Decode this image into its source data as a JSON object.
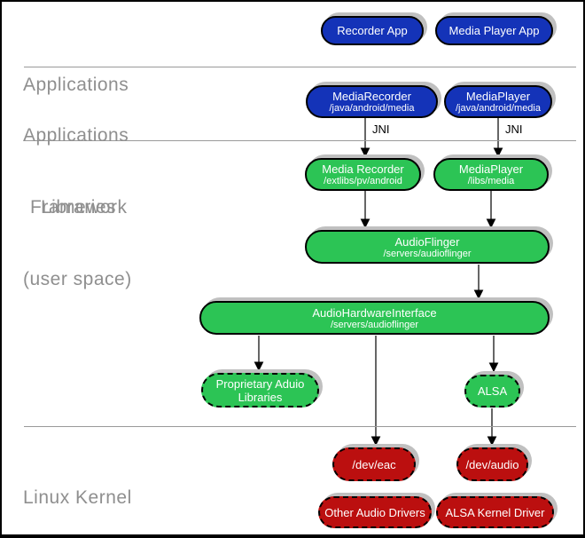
{
  "layers": {
    "applications": {
      "line1": "Applications"
    },
    "applications_framework": {
      "line1": "Applications",
      "line2": "Framework"
    },
    "libraries": {
      "line1": "Libraries",
      "line2": "(user space)"
    },
    "linux_kernel": {
      "line1": "Linux Kernel"
    }
  },
  "nodes": {
    "recorder_app": {
      "title": "Recorder App"
    },
    "media_player_app": {
      "title": "Media Player App"
    },
    "media_recorder_fw": {
      "title": "MediaRecorder",
      "subtitle": "/java/android/media"
    },
    "media_player_fw": {
      "title": "MediaPlayer",
      "subtitle": "/java/android/media"
    },
    "media_recorder_lib": {
      "title": "Media Recorder",
      "subtitle": "/extlibs/pv/android"
    },
    "media_player_lib": {
      "title": "MediaPlayer",
      "subtitle": "/libs/media"
    },
    "audio_flinger": {
      "title": "AudioFlinger",
      "subtitle": "/servers/audioflinger"
    },
    "audio_hw_interface": {
      "title": "AudioHardwareInterface",
      "subtitle": "/servers/audioflinger"
    },
    "proprietary_audio": {
      "title": "Proprietary Aduio Libraries"
    },
    "alsa": {
      "title": "ALSA"
    },
    "dev_eac": {
      "title": "/dev/eac"
    },
    "dev_audio": {
      "title": "/dev/audio"
    },
    "other_audio_drivers": {
      "title": "Other Audio Drivers"
    },
    "alsa_kernel_driver": {
      "title": "ALSA Kernel Driver"
    }
  },
  "jni": {
    "label": "JNI"
  },
  "colors": {
    "app_blue": "#1433b8",
    "lib_green": "#2cc455",
    "kernel_red": "#bb0f0f",
    "shadow_gray": "#c0c0c0",
    "label_gray": "#8f8f8f",
    "line_gray": "#9a9a9a"
  }
}
